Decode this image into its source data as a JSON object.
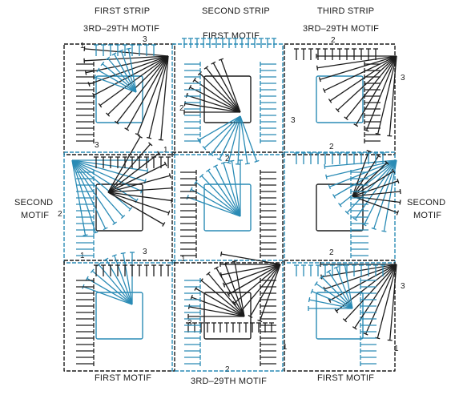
{
  "labels": {
    "first_strip": "FIRST STRIP",
    "second_strip": "SECOND STRIP",
    "third_strip": "THIRD STRIP",
    "top_left_motif": "3RD–29TH MOTIF",
    "top_center_motif": "FIRST MOTIF",
    "top_right_motif": "3RD–29TH MOTIF",
    "left_side_motif_line1": "SECOND",
    "left_side_motif_line2": "MOTIF",
    "right_side_motif_line1": "SECOND",
    "right_side_motif_line2": "MOTIF",
    "bottom_left_motif": "FIRST MOTIF",
    "bottom_center_motif": "3RD–29TH MOTIF",
    "bottom_right_motif": "FIRST MOTIF"
  },
  "markers": {
    "one": "1",
    "two": "2",
    "three": "3"
  },
  "colors": {
    "dark": "#1c1c1c",
    "blue": "#2a8bb5",
    "background": "#ffffff"
  }
}
